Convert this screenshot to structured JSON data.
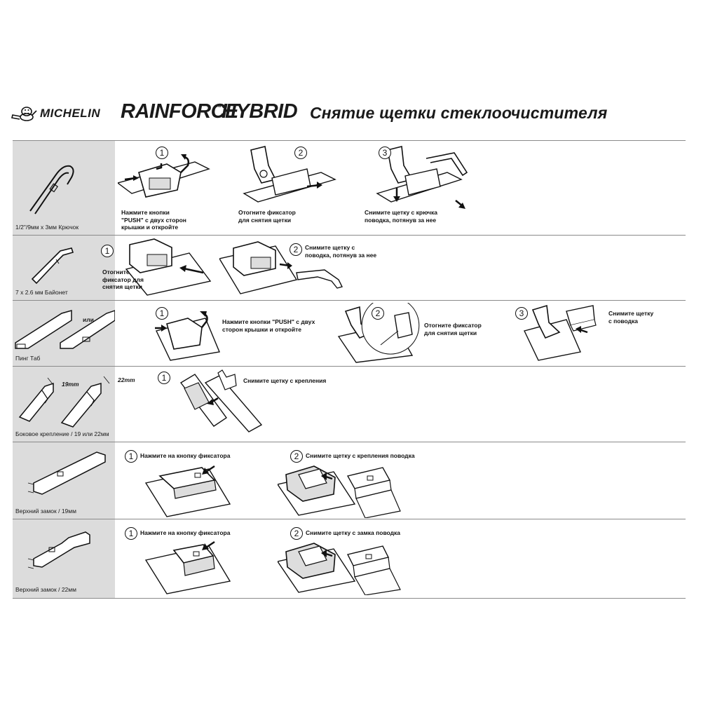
{
  "header": {
    "brand": "MICHELIN",
    "product_main": "RAINFORCE",
    "trademark": "™",
    "product_sub": "HYBRID",
    "title": "Снятие щетки стеклоочистителя"
  },
  "rows": [
    {
      "label": "1/2\"/9мм x 3мм Крючок",
      "steps": [
        {
          "num": "1",
          "caption": [
            "Нажмите кнопки",
            "\"PUSH\" с двух сторон",
            "крышки и откройте"
          ]
        },
        {
          "num": "2",
          "caption": [
            "Отогните фиксатор",
            "для снятия щетки"
          ]
        },
        {
          "num": "3",
          "caption": [
            "Снимите щетку с крючка",
            "поводка, потянув за нее"
          ]
        }
      ]
    },
    {
      "label": "7 x 2.6 мм Байонет",
      "steps": [
        {
          "num": "1",
          "caption": [
            "Отогните",
            "фиксатор для",
            "снятия щетки"
          ]
        },
        {
          "num": "2",
          "caption": [
            "Снимите щетку с",
            "поводка, потянув за нее"
          ]
        }
      ]
    },
    {
      "label": "Пинг Таб",
      "or_label": "или",
      "steps": [
        {
          "num": "1",
          "caption": [
            "Нажмите кнопки \"PUSH\" с двух",
            "сторон крышки и откройте"
          ]
        },
        {
          "num": "2",
          "caption": [
            "Отогните фиксатор",
            "для снятия щетки"
          ]
        },
        {
          "num": "3",
          "caption": [
            "Снимите щетку",
            "с поводка"
          ]
        }
      ]
    },
    {
      "label": "Боковое крепление / 19 или 22мм",
      "dim_a": "19mm",
      "dim_b": "22mm",
      "steps": [
        {
          "num": "1",
          "caption": [
            "Снимите щетку с крепления"
          ]
        }
      ]
    },
    {
      "label": "Верхний замок / 19мм",
      "steps": [
        {
          "num": "1",
          "caption": [
            "Нажмите на кнопку фиксатора"
          ]
        },
        {
          "num": "2",
          "caption": [
            "Снимите щетку с крепления поводка"
          ]
        }
      ]
    },
    {
      "label": "Верхний замок / 22мм",
      "steps": [
        {
          "num": "1",
          "caption": [
            "Нажмите на кнопку фиксатора"
          ]
        },
        {
          "num": "2",
          "caption": [
            "Снимите щетку с замка поводка"
          ]
        }
      ]
    }
  ]
}
